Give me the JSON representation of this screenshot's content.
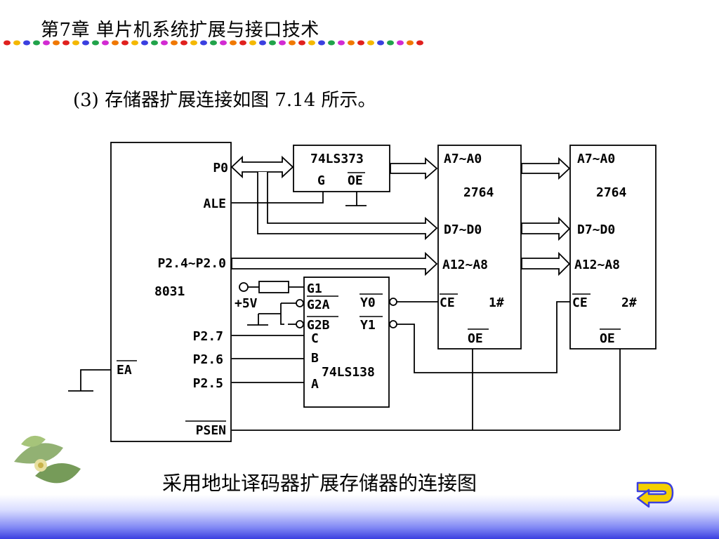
{
  "header": {
    "chapter_title": "第7章 单片机系统扩展与接口技术"
  },
  "subtitle": "(3) 存储器扩展连接如图 7.14 所示。",
  "caption": "采用地址译码器扩展存储器的连接图",
  "diagram": {
    "mcu": {
      "name": "8031",
      "pins": {
        "p0": "P0",
        "ale": "ALE",
        "p2_hi": "P2.4~P2.0",
        "p27": "P2.7",
        "p26": "P2.6",
        "p25": "P2.5",
        "ea": "EA",
        "psen": "PSEN"
      }
    },
    "latch": {
      "name": "74LS373",
      "g": "G",
      "oe": "OE"
    },
    "decoder": {
      "name": "74LS138",
      "g1": "G1",
      "g2a": "G2A",
      "g2b": "G2B",
      "c": "C",
      "b": "B",
      "a": "A",
      "y0": "Y0",
      "y1": "Y1",
      "vcc": "+5V"
    },
    "eprom1": {
      "part": "2764",
      "addr_lo": "A7~A0",
      "data": "D7~D0",
      "addr_hi": "A12~A8",
      "ce": "CE",
      "oe": "OE",
      "index": "1#"
    },
    "eprom2": {
      "part": "2764",
      "addr_lo": "A7~A0",
      "data": "D7~D0",
      "addr_hi": "A12~A8",
      "ce": "CE",
      "oe": "OE",
      "index": "2#"
    }
  },
  "icons": {
    "return": "return-arrow-icon",
    "flower": "flower-decoration"
  },
  "colors": {
    "bottom_bar": "#3a3fe0",
    "return_icon": "#f4d000"
  }
}
